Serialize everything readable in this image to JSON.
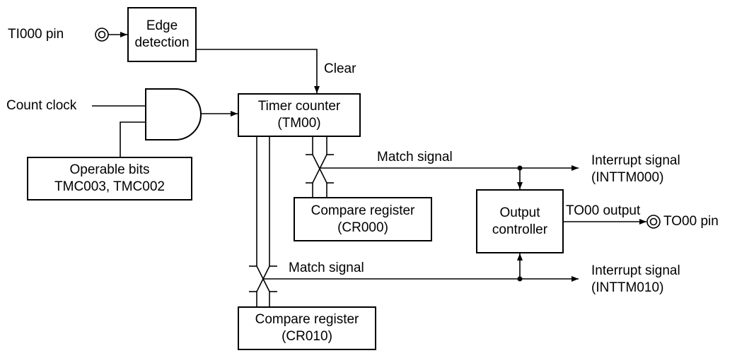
{
  "inputs": {
    "ti_pin": "TI000 pin",
    "count_clock": "Count clock"
  },
  "blocks": {
    "edge_detection": [
      "Edge",
      "detection"
    ],
    "timer_counter": [
      "Timer counter",
      "(TM00)"
    ],
    "operable_bits": [
      "Operable bits",
      "TMC003, TMC002"
    ],
    "compare_register_0": [
      "Compare register",
      "(CR000)"
    ],
    "compare_register_1": [
      "Compare register",
      "(CR010)"
    ],
    "output_controller": [
      "Output",
      "controller"
    ]
  },
  "signals": {
    "clear": "Clear",
    "match_signal_0": "Match signal",
    "match_signal_1": "Match signal",
    "to_output": "TO00 output",
    "interrupt_0": [
      "Interrupt signal",
      "(INTTM000)"
    ],
    "interrupt_1": [
      "Interrupt signal",
      "(INTTM010)"
    ]
  },
  "outputs": {
    "to_pin": "TO00 pin"
  }
}
